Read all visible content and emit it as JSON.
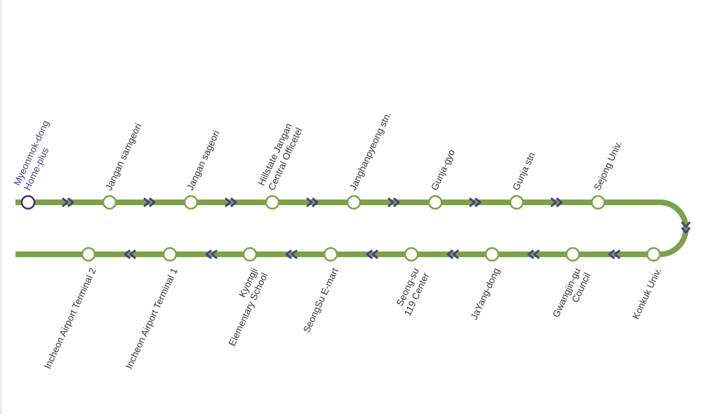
{
  "colors": {
    "line": "#7ba24a",
    "station_fill": "#ffffff",
    "origin_stroke": "#3f2f7a",
    "arrow": "#4a3f86",
    "label": "#333333",
    "origin_label": "#4a3f86"
  },
  "route": {
    "outbound": [
      {
        "name": "Myeonmok-dong Home-plus",
        "lines": [
          "Myeonmok-dong",
          "Home-plus"
        ],
        "origin": true
      },
      {
        "name": "Jangan samgeori",
        "lines": [
          "Jangan samgeori"
        ]
      },
      {
        "name": "Jangan sageori",
        "lines": [
          "Jangan sageori"
        ]
      },
      {
        "name": "Hillstate Jangan Central Officetel",
        "lines": [
          "Hillstate Jangan",
          "Central Officetel"
        ]
      },
      {
        "name": "Janghanpyeong stn.",
        "lines": [
          "Janghanpyeong stn."
        ]
      },
      {
        "name": "Gunja-gyo",
        "lines": [
          "Gunja-gyo"
        ]
      },
      {
        "name": "Gunja stn",
        "lines": [
          "Gunja stn"
        ]
      },
      {
        "name": "Sejong Univ.",
        "lines": [
          "Sejong Univ."
        ]
      }
    ],
    "inbound": [
      {
        "name": "Incheon Airport Terminal 2",
        "lines": [
          "Incheon Airport Terminal 2"
        ]
      },
      {
        "name": "Incheon Airport Terminal 1",
        "lines": [
          "Incheon Airport Terminal 1"
        ]
      },
      {
        "name": "Kyongji Elementary School",
        "lines": [
          "Kyongji",
          "Elementary School"
        ]
      },
      {
        "name": "SeongSu E-mart",
        "lines": [
          "SeongSu E-mart"
        ]
      },
      {
        "name": "Seong-su 119 Center",
        "lines": [
          "Seong-su",
          "119 Center"
        ]
      },
      {
        "name": "JaYang-dong",
        "lines": [
          "JaYang-dong"
        ]
      },
      {
        "name": "Gwangjin-gu Council",
        "lines": [
          "Gwangjin-gu",
          "Council"
        ]
      },
      {
        "name": "Konkuk Univ.",
        "lines": [
          "Konkuk Univ."
        ]
      }
    ],
    "direction_arrows": {
      "outbound": "right",
      "inbound": "left",
      "turn": "down"
    }
  }
}
